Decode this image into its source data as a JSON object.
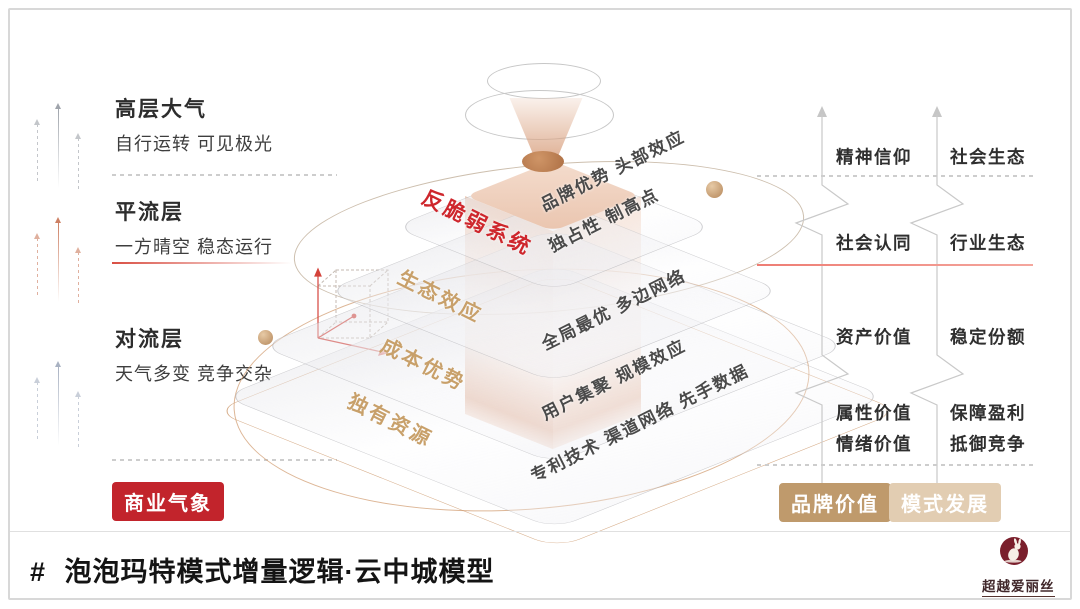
{
  "slide": {
    "footer": {
      "hash": "#",
      "title": "泡泡玛特模式增量逻辑·云中城模型",
      "brand": "超越爱丽丝"
    },
    "atmosphere": {
      "sections": [
        {
          "name": "高层大气",
          "desc": "自行运转 可见极光"
        },
        {
          "name": "平流层",
          "desc": "一方晴空 稳态运行"
        },
        {
          "name": "对流层",
          "desc": "天气多变 竞争交杂"
        }
      ],
      "badge": "商业气象"
    },
    "pyramid": {
      "layers": [
        "反脆弱系统",
        "生态效应",
        "成本优势",
        "独有资源"
      ],
      "annotations": [
        "品牌优势 头部效应",
        "独占性 制高点",
        "全局最优 多边网络",
        "用户集聚 规模效应",
        "专利技术 渠道网络 先手数据"
      ]
    },
    "values": {
      "rows": [
        {
          "left": "精神信仰",
          "right": "社会生态"
        },
        {
          "left": "社会认同",
          "right": "行业生态"
        },
        {
          "left": "资产价值",
          "right": "稳定份额"
        },
        {
          "left": "属性价值",
          "left2": "情绪价值",
          "right": "保障盈利",
          "right2": "抵御竞争"
        }
      ],
      "badges": [
        "品牌价值",
        "模式发展"
      ]
    },
    "colors": {
      "accent_red": "#c2242c",
      "label_red": "#ce262c",
      "tan": "#c8a06a",
      "badge_tan": "#bf9a6c",
      "badge_tan_light": "#e2cdb2",
      "maroon": "#7a1f2c"
    }
  }
}
